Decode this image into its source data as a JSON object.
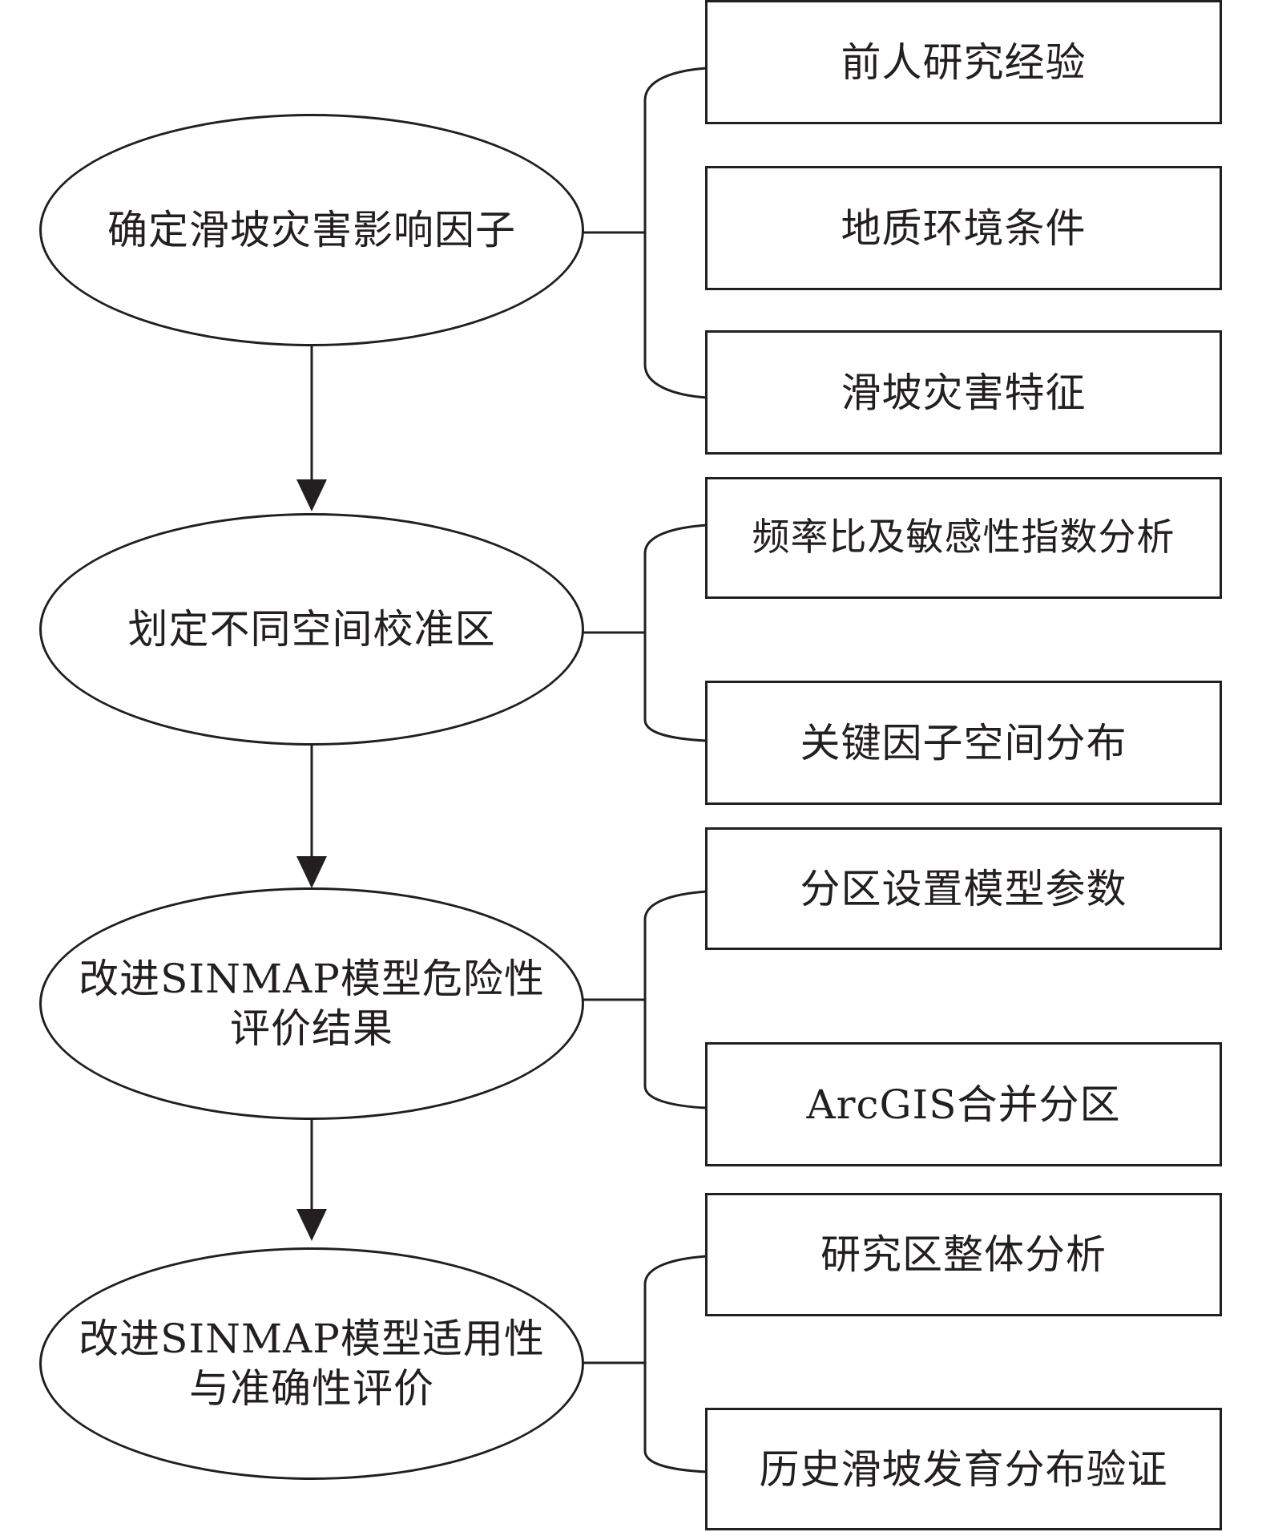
{
  "steps": [
    {
      "label": "确定滑坡灾害影响因子"
    },
    {
      "label": "划定不同空间校准区"
    },
    {
      "label": "改进SINMAP模型危险性\n评价结果"
    },
    {
      "label": "改进SINMAP模型适用性\n与准确性评价"
    }
  ],
  "details": [
    {
      "label": "前人研究经验"
    },
    {
      "label": "地质环境条件"
    },
    {
      "label": "滑坡灾害特征"
    },
    {
      "label": "频率比及敏感性指数分析"
    },
    {
      "label": "关键因子空间分布"
    },
    {
      "label": "分区设置模型参数"
    },
    {
      "label": "ArcGIS合并分区"
    },
    {
      "label": "研究区整体分析"
    },
    {
      "label": "历史滑坡发育分布验证"
    }
  ],
  "colors": {
    "stroke": "#231f20",
    "background": "#ffffff"
  }
}
